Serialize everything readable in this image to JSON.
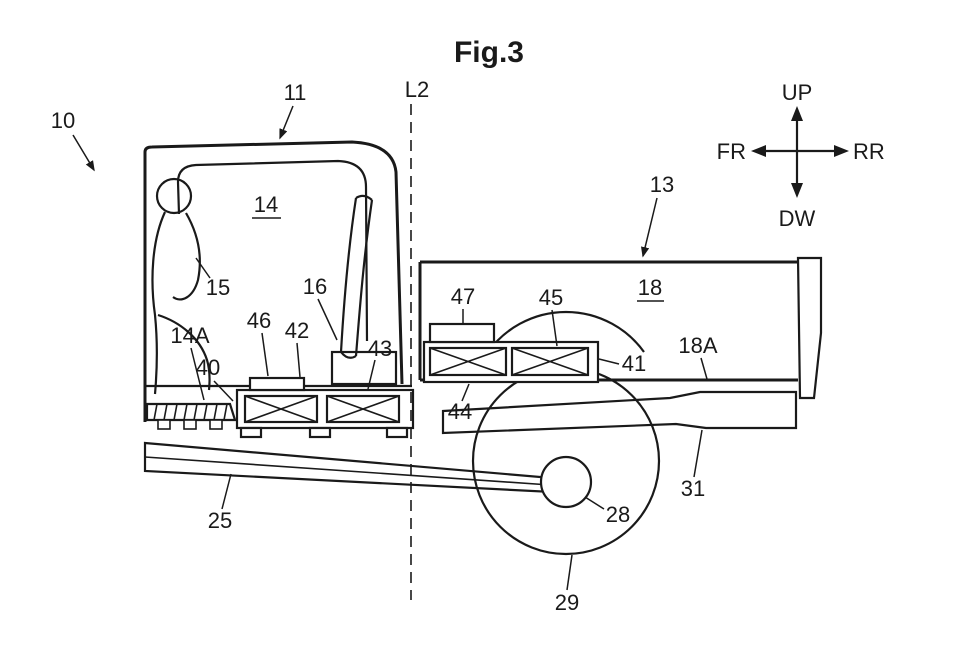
{
  "figure": {
    "title": "Fig.3",
    "section_line_label": "L2"
  },
  "compass": {
    "up": "UP",
    "down": "DW",
    "front": "FR",
    "rear": "RR"
  },
  "reference_labels": {
    "n10": "10",
    "n11": "11",
    "n13": "13",
    "n14": "14",
    "n14A": "14A",
    "n15": "15",
    "n16": "16",
    "n18": "18",
    "n18A": "18A",
    "n25": "25",
    "n28": "28",
    "n29": "29",
    "n31": "31",
    "n40": "40",
    "n41": "41",
    "n42": "42",
    "n43": "43",
    "n44": "44",
    "n45": "45",
    "n46": "46",
    "n47": "47"
  },
  "colors": {
    "ink": "#1a1a1a",
    "background": "#ffffff"
  }
}
